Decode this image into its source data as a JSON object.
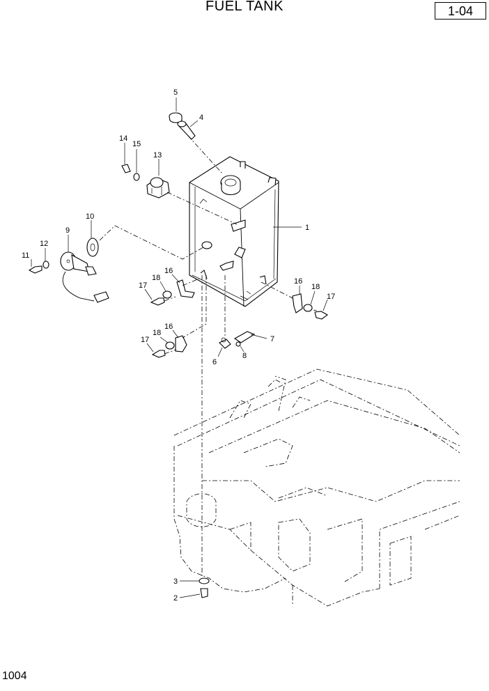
{
  "header": {
    "title": "FUEL TANK",
    "page_code": "1-04"
  },
  "footer": {
    "page_number": "1004"
  },
  "callouts": [
    {
      "key": "c1",
      "label": "1"
    },
    {
      "key": "c2",
      "label": "2"
    },
    {
      "key": "c3",
      "label": "3"
    },
    {
      "key": "c4",
      "label": "4"
    },
    {
      "key": "c5",
      "label": "5"
    },
    {
      "key": "c6",
      "label": "6"
    },
    {
      "key": "c7",
      "label": "7"
    },
    {
      "key": "c8",
      "label": "8"
    },
    {
      "key": "c9",
      "label": "9"
    },
    {
      "key": "c10",
      "label": "10"
    },
    {
      "key": "c11",
      "label": "11"
    },
    {
      "key": "c12",
      "label": "12"
    },
    {
      "key": "c13",
      "label": "13"
    },
    {
      "key": "c14",
      "label": "14"
    },
    {
      "key": "c15",
      "label": "15"
    },
    {
      "key": "c16a",
      "label": "16"
    },
    {
      "key": "c16b",
      "label": "16"
    },
    {
      "key": "c16c",
      "label": "16"
    },
    {
      "key": "c17a",
      "label": "17"
    },
    {
      "key": "c17b",
      "label": "17"
    },
    {
      "key": "c17c",
      "label": "17"
    },
    {
      "key": "c18a",
      "label": "18"
    },
    {
      "key": "c18b",
      "label": "18"
    },
    {
      "key": "c18c",
      "label": "18"
    }
  ]
}
